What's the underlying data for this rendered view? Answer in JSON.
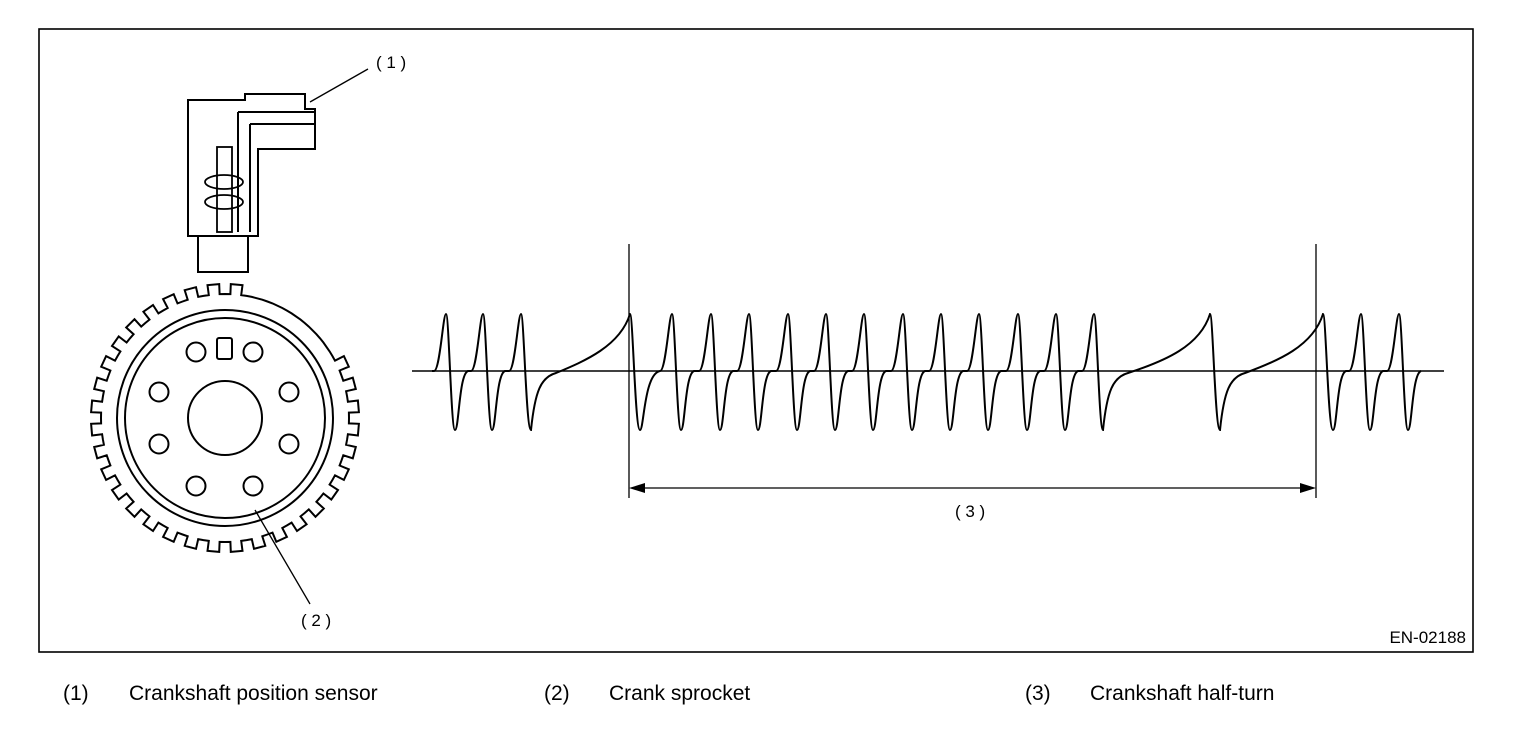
{
  "figure": {
    "id": "EN-02188",
    "callouts": {
      "c1": "( 1 )",
      "c2": "( 2 )",
      "c3": "( 3 )"
    }
  },
  "legend": [
    {
      "num": "(1)",
      "text": "Crankshaft position sensor"
    },
    {
      "num": "(2)",
      "text": "Crank sprocket"
    },
    {
      "num": "(3)",
      "text": "Crankshaft half-turn"
    }
  ]
}
